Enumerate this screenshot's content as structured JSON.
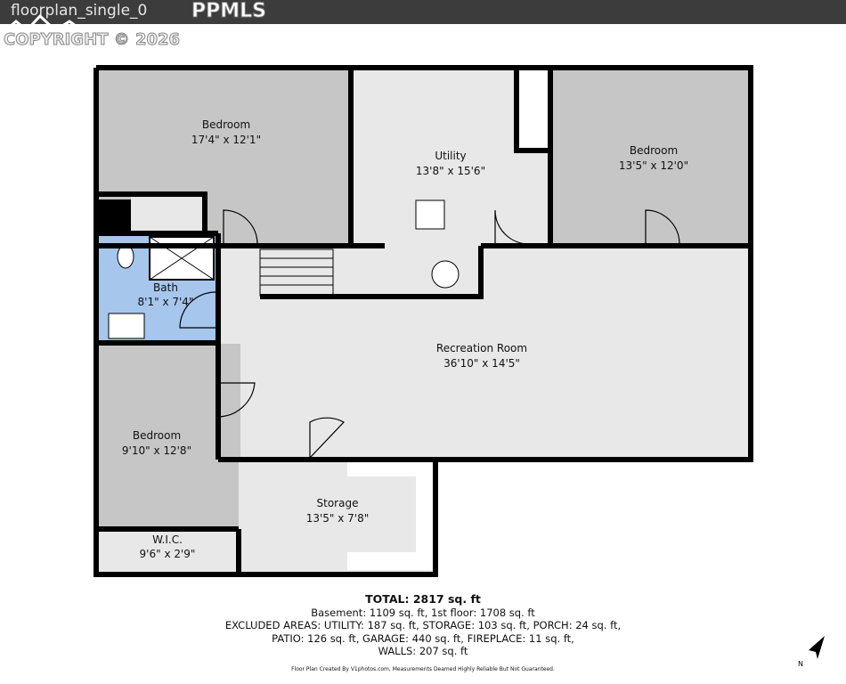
{
  "header": {
    "title": "floorplan_single_0"
  },
  "watermark": {
    "brand": "PPMLS",
    "copyright": "COPYRIGHT © 2026"
  },
  "rooms": [
    {
      "name": "Bedroom",
      "size": "17'4\" x 12'1\""
    },
    {
      "name": "Utility",
      "size": "13'8\" x 15'6\""
    },
    {
      "name": "Bedroom",
      "size": "13'5\" x 12'0\""
    },
    {
      "name": "Bath",
      "size": "8'1\" x 7'4\""
    },
    {
      "name": "Recreation Room",
      "size": "36'10\" x 14'5\""
    },
    {
      "name": "Bedroom",
      "size": "9'10\" x 12'8\""
    },
    {
      "name": "Storage",
      "size": "13'5\" x 7'8\""
    },
    {
      "name": "W.I.C.",
      "size": "9'6\" x 2'9\""
    }
  ],
  "colors": {
    "bedroom": "#c6c6c6",
    "open": "#e8e8e8",
    "bath": "#a6c6ec",
    "wall": "#000000"
  },
  "summary": {
    "total": "TOTAL: 2817 sq. ft",
    "line1": "Basement: 1109 sq. ft, 1st floor: 1708 sq. ft",
    "line2": "EXCLUDED AREAS: UTILITY: 187 sq. ft, STORAGE: 103 sq. ft, PORCH: 24 sq. ft,",
    "line3": "PATIO: 126 sq. ft, GARAGE: 440 sq. ft, FIREPLACE: 11 sq. ft,",
    "line4": "WALLS: 207 sq. ft",
    "credit": "Floor Plan Created By V1photos.com, Measurements Deamed Highly Reliable But Not Guaranteed."
  },
  "compass": {
    "label": "N",
    "icon": "north-arrow-icon"
  }
}
